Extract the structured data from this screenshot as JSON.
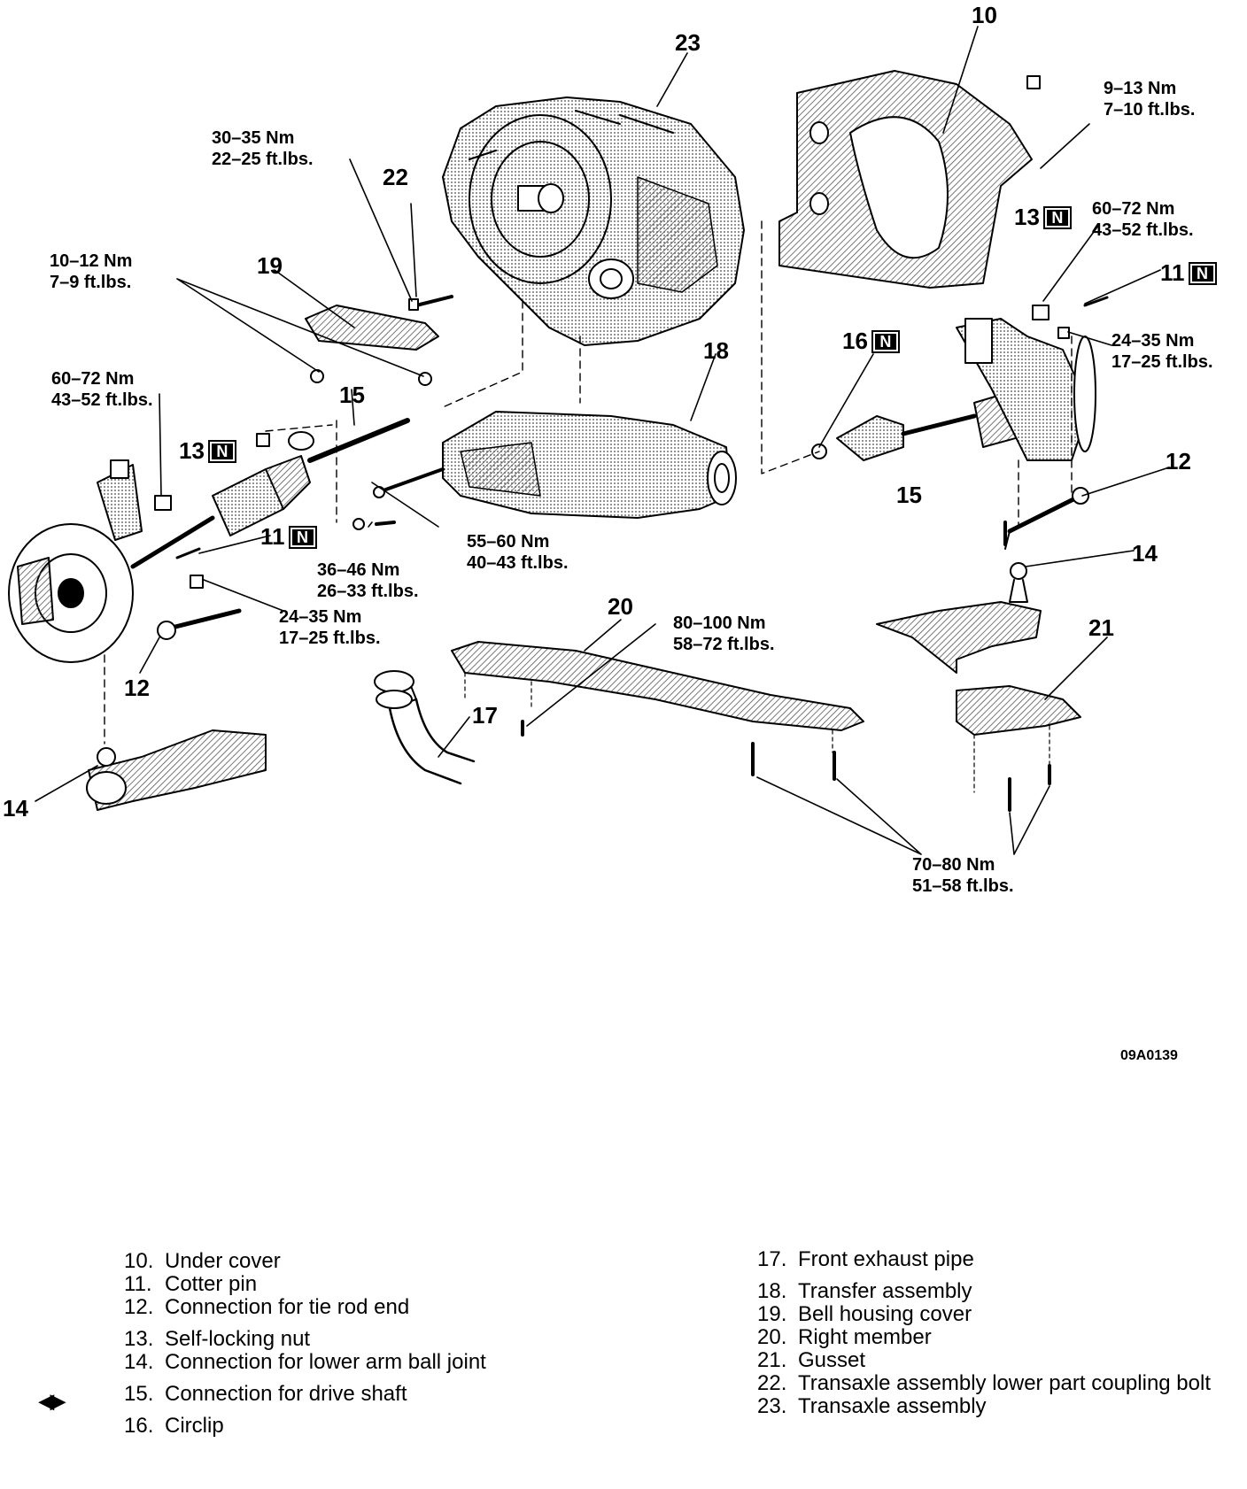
{
  "callouts": {
    "n10": "10",
    "n23": "23",
    "n22": "22",
    "n19": "19",
    "n13_right": "13",
    "n11_right": "11",
    "n16": "16",
    "n18": "18",
    "n15_left": "15",
    "n13_left": "13",
    "n11_left": "11",
    "n15_right": "15",
    "n12_right": "12",
    "n14_right": "14",
    "n12_left": "12",
    "n20": "20",
    "n21": "21",
    "n17": "17",
    "n14_left": "14"
  },
  "new_part_badge": "N",
  "torques": {
    "t_30_35": [
      "30–35 Nm",
      "22–25 ft.lbs."
    ],
    "t_10_12": [
      "10–12 Nm",
      "7–9 ft.lbs."
    ],
    "t_9_13": [
      "9–13 Nm",
      "7–10 ft.lbs."
    ],
    "t_60_72_right": [
      "60–72 Nm",
      "43–52 ft.lbs."
    ],
    "t_24_35_right": [
      "24–35 Nm",
      "17–25 ft.lbs."
    ],
    "t_60_72_left": [
      "60–72 Nm",
      "43–52 ft.lbs."
    ],
    "t_55_60": [
      "55–60 Nm",
      "40–43 ft.lbs."
    ],
    "t_36_46": [
      "36–46 Nm",
      "26–33 ft.lbs."
    ],
    "t_24_35_left": [
      "24–35 Nm",
      "17–25 ft.lbs."
    ],
    "t_80_100": [
      "80–100 Nm",
      "58–72 ft.lbs."
    ],
    "t_70_80": [
      "70–80 Nm",
      "51–58 ft.lbs."
    ]
  },
  "figure_code": "09A0139",
  "legend": {
    "left": [
      {
        "num": "10.",
        "text": "Under cover"
      },
      {
        "num": "11.",
        "text": "Cotter pin"
      },
      {
        "num": "12.",
        "text": "Connection for tie rod end"
      },
      {
        "num": "13.",
        "text": "Self-locking nut"
      },
      {
        "num": "14.",
        "text": "Connection for lower arm ball joint"
      },
      {
        "num": "15.",
        "text": "Connection for drive shaft"
      },
      {
        "num": "16.",
        "text": "Circlip"
      }
    ],
    "right": [
      {
        "num": "17.",
        "text": "Front exhaust pipe"
      },
      {
        "num": "18.",
        "text": "Transfer assembly"
      },
      {
        "num": "19.",
        "text": "Bell housing cover"
      },
      {
        "num": "20.",
        "text": "Right member"
      },
      {
        "num": "21.",
        "text": "Gusset"
      },
      {
        "num": "22.",
        "text": "Transaxle assembly lower part coupling bolt"
      },
      {
        "num": "23.",
        "text": "Transaxle assembly"
      }
    ]
  },
  "marker_icon": "double-arrow-icon"
}
